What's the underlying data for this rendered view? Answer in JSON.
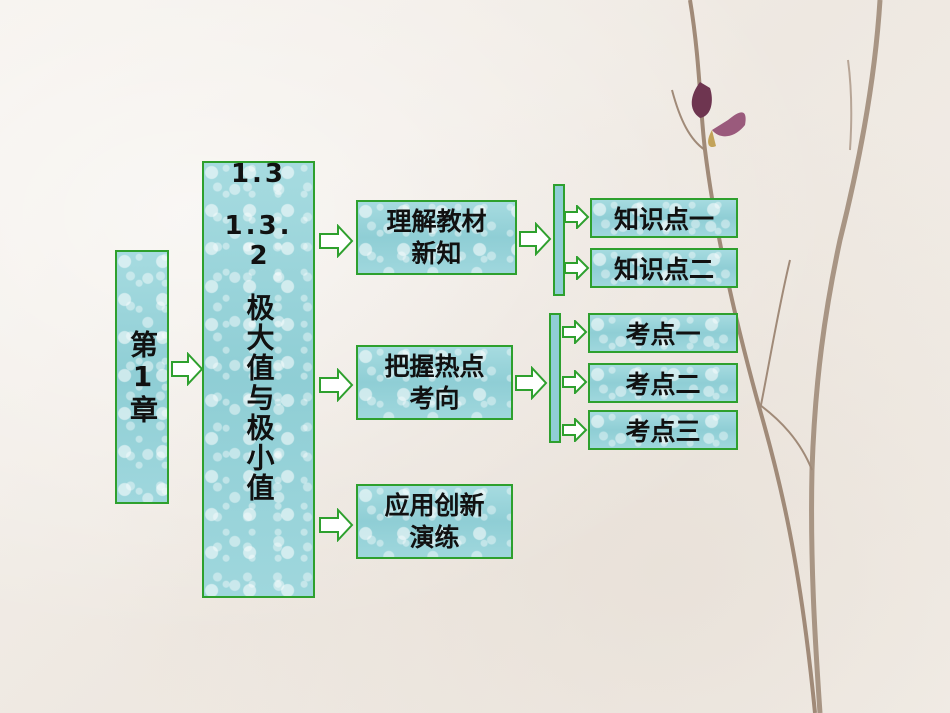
{
  "chapter": "第1章",
  "section": {
    "line1": "1.3",
    "line2": "1.3.",
    "line3": "2",
    "title": "极大值与极小值"
  },
  "branches": [
    {
      "label_1": "理解教材",
      "label_2": "新知",
      "items": [
        "知识点一",
        "知识点二"
      ]
    },
    {
      "label_1": "把握热点",
      "label_2": "考向",
      "items": [
        "考点一",
        "考点二",
        "考点三"
      ]
    },
    {
      "label_1": "应用创新",
      "label_2": "演练",
      "items": []
    }
  ],
  "colors": {
    "box_border": "#2ea02e",
    "box_fill": "#9fd7dd",
    "arrow_fill": "#ffffff"
  }
}
